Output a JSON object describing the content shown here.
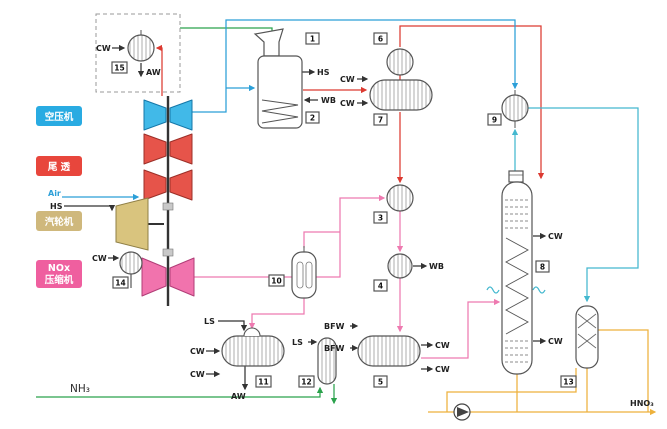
{
  "legend": {
    "air_compressor": "空压机",
    "tail_gas_turbine": "尾 透",
    "steam_turbine": "汽轮机",
    "nox_compressor_line1": "NOx",
    "nox_compressor_line2": "压缩机"
  },
  "streams": {
    "cw": "CW",
    "aw": "AW",
    "hs": "HS",
    "wb": "WB",
    "ls": "LS",
    "bfw": "BFW",
    "air": "Air",
    "nh3": "NH₃",
    "hno3": "HNO₃"
  },
  "tags": {
    "t1": "1",
    "t2": "2",
    "t3": "3",
    "t4": "4",
    "t5": "5",
    "t6": "6",
    "t7": "7",
    "t8": "8",
    "t9": "9",
    "t10": "10",
    "t11": "11",
    "t12": "12",
    "t13": "13",
    "t14": "14",
    "t15": "15"
  },
  "colors": {
    "air_compressor_box": "#29abe2",
    "tail_gas_turbine_box": "#e8463c",
    "steam_turbine_box": "#cfb87c",
    "nox_compressor_box": "#ef5f9f",
    "line_green": "#2ba24c",
    "line_red": "#dc3a31",
    "line_blue": "#2b9fd8",
    "line_cyan": "#44b8cf",
    "line_pink": "#ee7ab0",
    "line_orange": "#edb13c",
    "line_black": "#333333"
  }
}
